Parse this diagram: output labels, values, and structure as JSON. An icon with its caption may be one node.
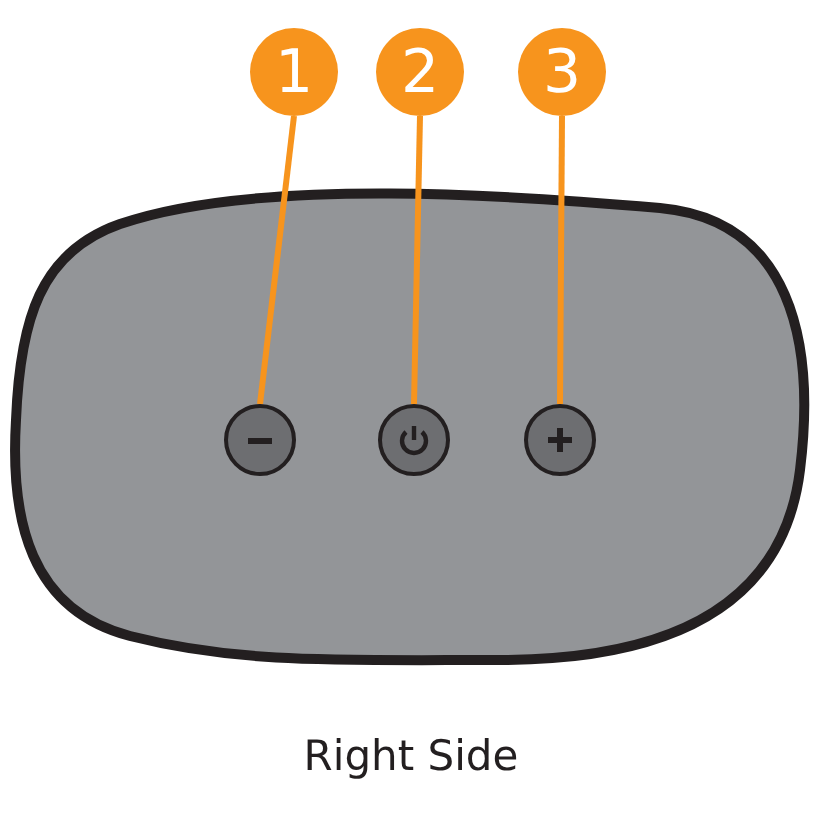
{
  "diagram": {
    "caption": "Right Side",
    "nodes": [
      {
        "text": [
          "1"
        ]
      },
      {
        "text": [
          "2"
        ]
      },
      {
        "text": [
          "3"
        ]
      },
      {
        "text": [],
        "shape": "circle"
      },
      {
        "text": [],
        "shape": "circle"
      },
      {
        "text": [],
        "shape": "circle"
      }
    ],
    "edges": [
      {
        "from": 0,
        "to": 3,
        "arrow": "none"
      },
      {
        "from": 1,
        "to": 4,
        "arrow": "none"
      },
      {
        "from": 2,
        "to": 5,
        "arrow": "none"
      }
    ]
  }
}
